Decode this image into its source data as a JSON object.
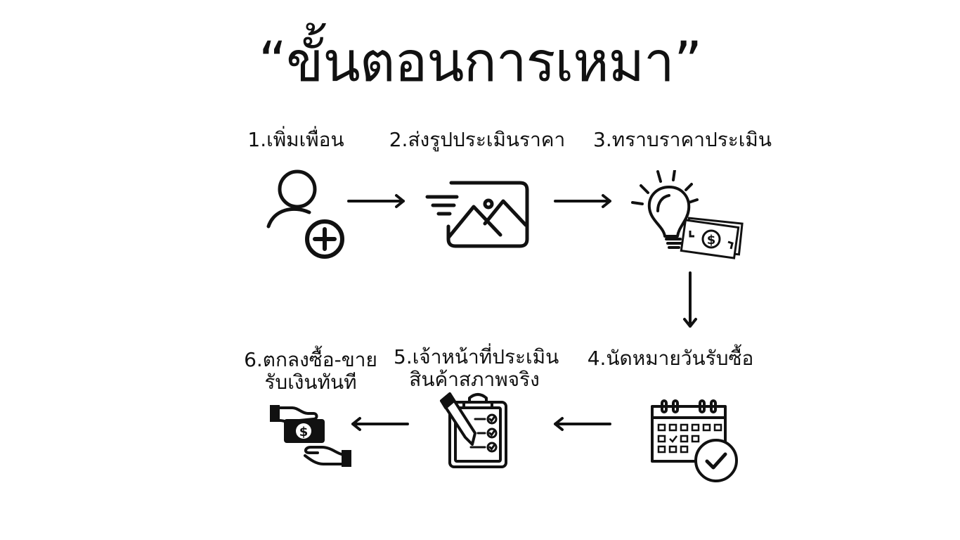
{
  "title": "“ขั้นตอนการเหมา”",
  "steps": [
    {
      "label_lines": [
        "1.เพิ่มเพื่อน"
      ],
      "icon": "add-user-icon"
    },
    {
      "label_lines": [
        "2.ส่งรูปประเมินราคา"
      ],
      "icon": "send-image-icon"
    },
    {
      "label_lines": [
        "3.ทราบราคาประเมิน"
      ],
      "icon": "idea-money-icon"
    },
    {
      "label_lines": [
        "4.นัดหมายวันรับซื้อ"
      ],
      "icon": "calendar-check-icon"
    },
    {
      "label_lines": [
        "5.เจ้าหน้าที่ประเมิน",
        "สินค้าสภาพจริง"
      ],
      "icon": "clipboard-checklist-icon"
    },
    {
      "label_lines": [
        "6.ตกลงซื้อ-ขาย",
        "รับเงินทันที"
      ],
      "icon": "cash-handover-icon"
    }
  ],
  "colors": {
    "ink": "#111111",
    "background": "#ffffff"
  }
}
